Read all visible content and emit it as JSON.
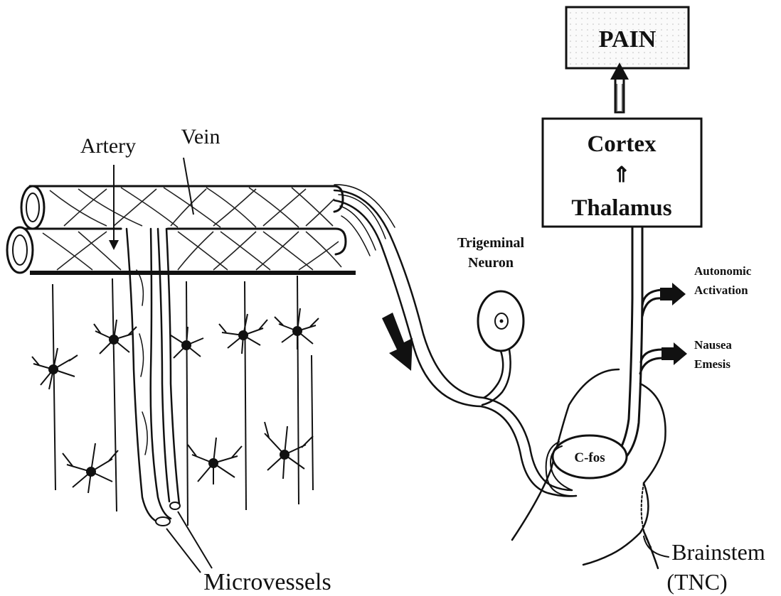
{
  "labels": {
    "pain": "PAIN",
    "cortex": "Cortex",
    "thalamus": "Thalamus",
    "artery": "Artery",
    "vein": "Vein",
    "trigeminal_line1": "Trigeminal",
    "trigeminal_line2": "Neuron",
    "autonomic_line1": "Autonomic",
    "autonomic_line2": "Activation",
    "nausea_line1": "Nausea",
    "nausea_line2": "Emesis",
    "cfos": "C-fos",
    "microvessels": "Microvessels",
    "brainstem": "Brainstem",
    "tnc": "(TNC)"
  },
  "icons": {
    "up_arrow_glyph": "⇑"
  },
  "colors": {
    "ink": "#111111",
    "paper": "#ffffff",
    "box_fill": "#f6f6f6"
  }
}
